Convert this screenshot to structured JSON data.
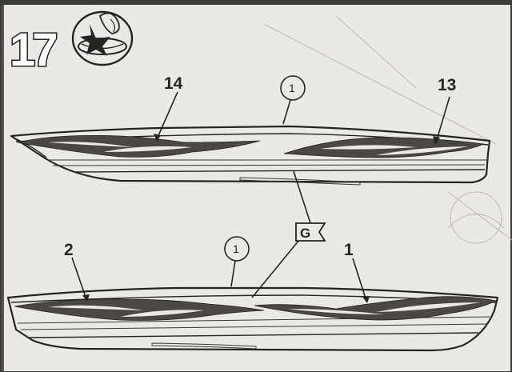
{
  "step": {
    "number": "17"
  },
  "callouts": {
    "top_left": "14",
    "top_right": "13",
    "bottom_left": "2",
    "bottom_right": "1",
    "top_circled": "1",
    "bottom_circled": "1",
    "flag": "G"
  },
  "icons": [
    "decal-water-dip-icon",
    "flag-marker-icon",
    "circled-part-marker-icon"
  ],
  "colors": {
    "paper": "#ebe9e6",
    "ink": "#262422",
    "border": "#3d3b39",
    "decal": "#4a4744"
  }
}
